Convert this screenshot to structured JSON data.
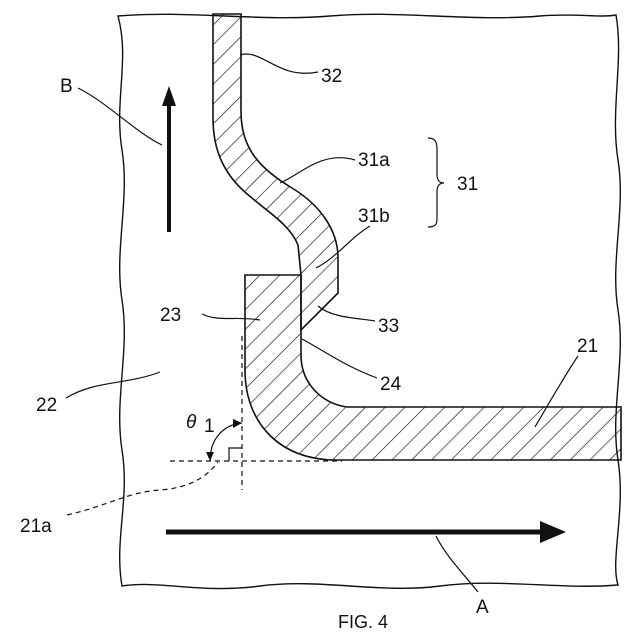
{
  "figure": {
    "caption": "FIG. 4",
    "labels": {
      "l32": "32",
      "l31a": "31a",
      "l31": "31",
      "l31b": "31b",
      "l33": "33",
      "l23": "23",
      "l24": "24",
      "l21": "21",
      "l22": "22",
      "l21a": "21a",
      "lA": "A",
      "lB": "B",
      "theta": "θ",
      "theta_sub": "1"
    }
  },
  "colors": {
    "stroke": "#111111",
    "background": "#ffffff"
  }
}
